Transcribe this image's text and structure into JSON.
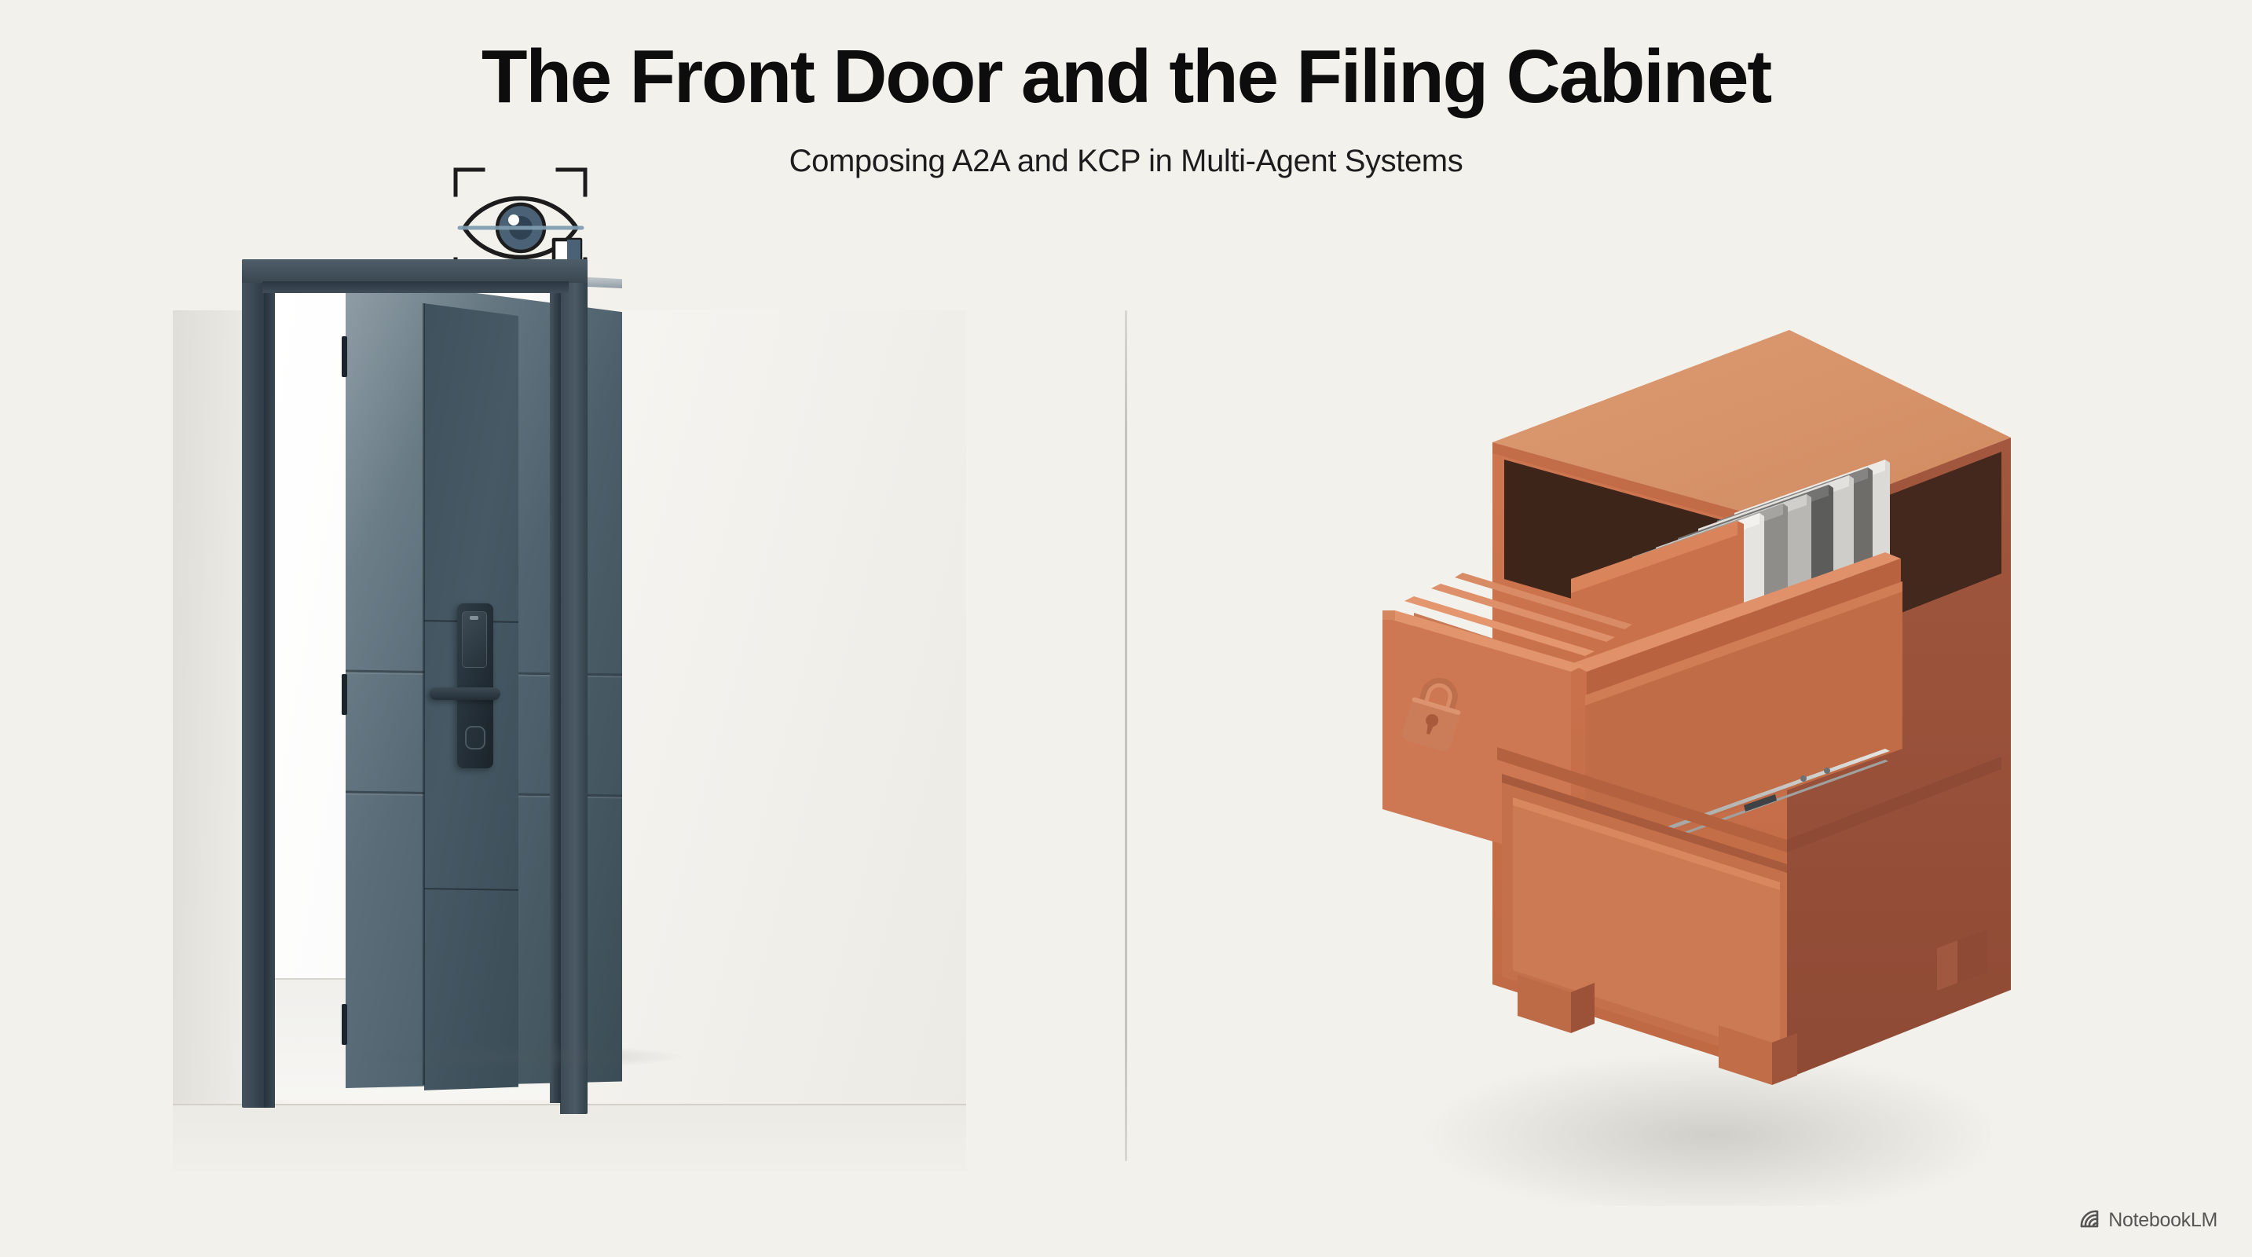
{
  "header": {
    "title": "The Front Door and the Filing Cabinet",
    "subtitle": "Composing A2A and KCP in Multi-Agent Systems"
  },
  "left_panel": {
    "name": "front-door-illustration",
    "icon": {
      "name": "eye-scan-shield-icon",
      "parts": [
        "corner-brackets",
        "eye",
        "scan-line",
        "iris",
        "shield"
      ]
    },
    "door": {
      "state": "open",
      "frame_color": "#3a4751",
      "slab_color": "#566975",
      "lock": {
        "type": "smart-lock",
        "parts": [
          "keypad-screen",
          "lever-handle",
          "round-button"
        ]
      },
      "panel_grooves": 2,
      "hinges": 3
    }
  },
  "right_panel": {
    "name": "filing-cabinet-illustration",
    "cabinet": {
      "color_top": "#d99369",
      "color_front": "#c9714a",
      "color_side": "#99503a",
      "drawers": 2,
      "open_drawer": "top",
      "lock_icon": "padlock-icon",
      "feet": 3,
      "slide_rail": "metal-drawer-slide",
      "folders": [
        {
          "color": "#c9714a",
          "label": ""
        },
        {
          "color": "#d8d6d2",
          "label": ""
        },
        {
          "color": "#5c5c5a",
          "label": ""
        },
        {
          "color": "#b9b7b3",
          "label": ""
        },
        {
          "color": "#8f8d89",
          "label": ""
        },
        {
          "color": "#e3e1dd",
          "label": ""
        },
        {
          "color": "#6e6d6a",
          "label": ""
        }
      ]
    }
  },
  "divider": {
    "name": "vertical-divider",
    "color": "#c3c3bf"
  },
  "watermark": {
    "label": "NotebookLM",
    "icon": "notebooklm-spiral-icon"
  },
  "theme": {
    "background": "#f2f1ec",
    "text": "#0d0d0d",
    "slate": "#3a4751",
    "terracotta": "#c9714a"
  }
}
